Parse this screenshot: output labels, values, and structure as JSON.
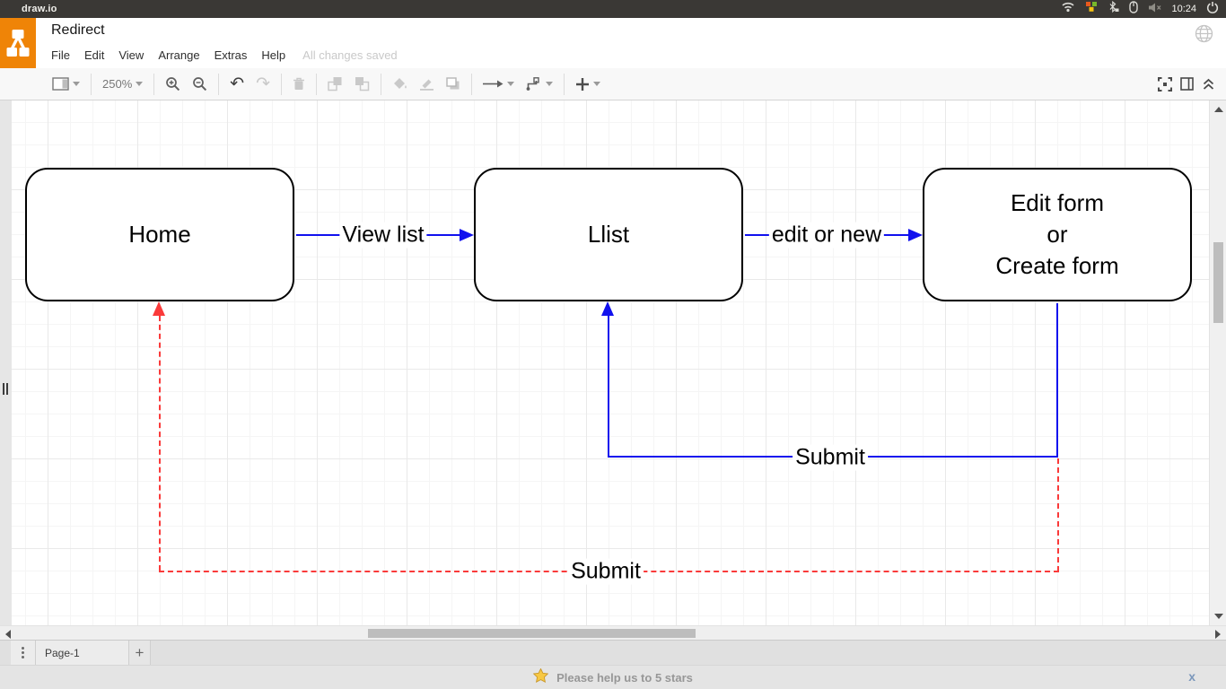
{
  "titlebar": {
    "app_name": "draw.io",
    "time": "10:24"
  },
  "header": {
    "title": "Redirect",
    "menu_items": [
      "File",
      "Edit",
      "View",
      "Arrange",
      "Extras",
      "Help"
    ],
    "status": "All changes saved"
  },
  "toolbar": {
    "zoom_level": "250%"
  },
  "canvas": {
    "nodes": [
      {
        "label": "Home"
      },
      {
        "label": "Llist"
      },
      {
        "lines": [
          "Edit form",
          "or",
          "Create form"
        ]
      }
    ],
    "edges": [
      {
        "label": "View list",
        "color": "#1111ee",
        "style": "solid"
      },
      {
        "label": "edit or new",
        "color": "#1111ee",
        "style": "solid"
      },
      {
        "label": "Submit",
        "color": "#1111ee",
        "style": "solid"
      },
      {
        "label": "Submit",
        "color": "#fa3a3a",
        "style": "dashed"
      }
    ]
  },
  "pagebar": {
    "page_tab": "Page-1",
    "add_label": "+"
  },
  "banner": {
    "message": "Please help us to 5 stars",
    "close_label": "x"
  },
  "colors": {
    "logo_orange": "#ef8407",
    "edge_blue": "#1111ee",
    "edge_red": "#fa3a3a",
    "node_border": "#000000"
  }
}
